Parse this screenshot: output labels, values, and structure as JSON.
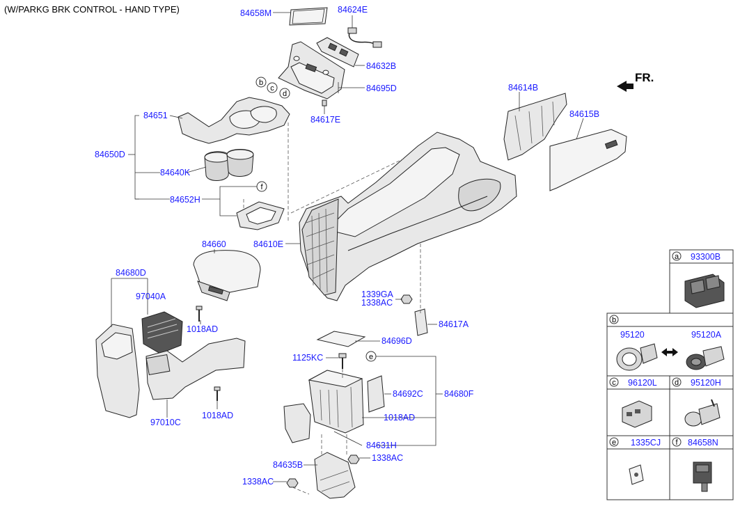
{
  "title": "(W/PARKG BRK CONTROL - HAND TYPE)",
  "label_color": "#1a1aff",
  "direction": {
    "label": "FR.",
    "icon": "front-arrow-icon"
  },
  "labels": {
    "l84658M": "84658M",
    "l84624E": "84624E",
    "l84632B": "84632B",
    "l84695D": "84695D",
    "l84617E": "84617E",
    "l84651": "84651",
    "l84650D": "84650D",
    "l84640K": "84640K",
    "l84652H": "84652H",
    "l84614B": "84614B",
    "l84615B": "84615B",
    "l84610E": "84610E",
    "l84660": "84660",
    "l84680D": "84680D",
    "l97040A": "97040A",
    "l1018AD_a": "1018AD",
    "l97010C": "97010C",
    "l1018AD_b": "1018AD",
    "l1339GA": "1339GA",
    "l1338AC_a": "1338AC",
    "l84617A": "84617A",
    "l84696D": "84696D",
    "l1125KC": "1125KC",
    "l84692C": "84692C",
    "l84680F": "84680F",
    "l1018AD_c": "1018AD",
    "l84631H": "84631H",
    "l84635B": "84635B",
    "l1338AC_b": "1338AC",
    "l1338AC_c": "1338AC"
  },
  "callouts": {
    "b": "b",
    "c": "c",
    "d": "d",
    "e": "e",
    "f": "f"
  },
  "legend": {
    "a": {
      "letter": "a",
      "part": "93300B"
    },
    "b": {
      "letter": "b",
      "part_left": "95120",
      "part_right": "95120A"
    },
    "c": {
      "letter": "c",
      "part": "96120L"
    },
    "d": {
      "letter": "d",
      "part": "95120H"
    },
    "e": {
      "letter": "e",
      "part": "1335CJ"
    },
    "f": {
      "letter": "f",
      "part": "84658N"
    }
  }
}
